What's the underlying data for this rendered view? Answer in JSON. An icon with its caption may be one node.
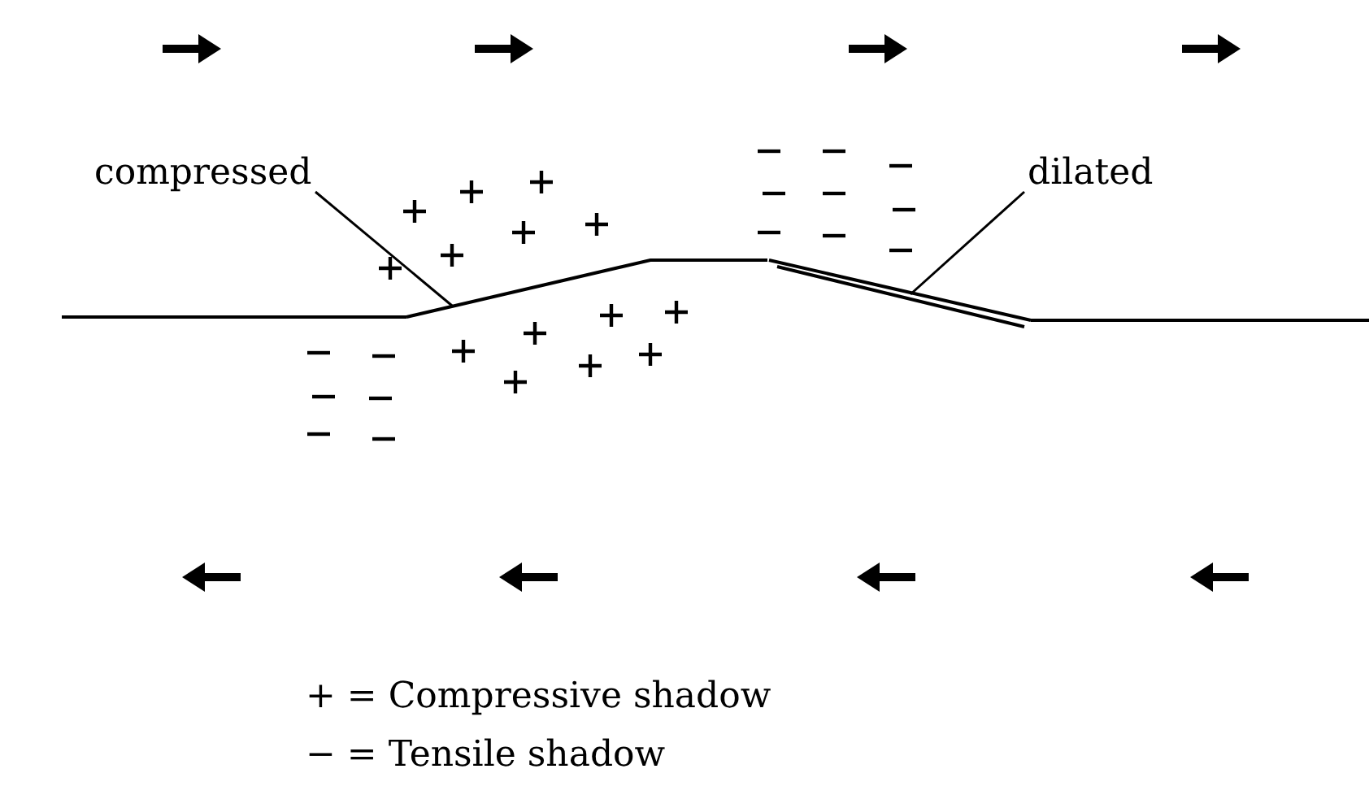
{
  "diagram": {
    "nodes": [
      {
        "text": [
          "compressed"
        ]
      },
      {
        "text": [
          "dilated"
        ]
      },
      {
        "text": [],
        "shape": "line"
      },
      {
        "text": [],
        "shape": "line"
      }
    ],
    "edges": [
      {
        "from": 0,
        "to": 2,
        "arrow": "none"
      },
      {
        "from": 1,
        "to": 3,
        "arrow": "none"
      }
    ],
    "legend": [
      {
        "text": "+ = Compressive shadow"
      },
      {
        "text": "− = Tensile shadow"
      }
    ]
  }
}
